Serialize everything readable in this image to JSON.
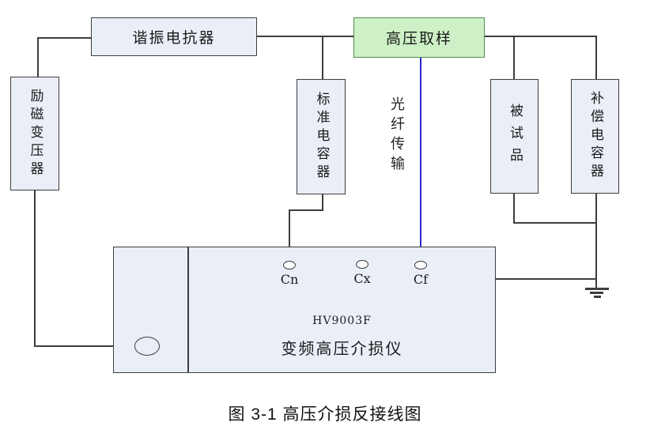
{
  "caption": "图 3-1 高压介损反接线图",
  "colors": {
    "box_fill": "#eaeef7",
    "box_border": "#3d3d3d",
    "green_fill": "#cdf0c6",
    "green_border": "#578a57",
    "wire": "#3d3d3d",
    "fiber_blue": "#2727cd"
  },
  "components": {
    "excitation_transformer": "励磁变压器",
    "resonant_reactor": "谐振电抗器",
    "hv_sampling": "高压取样",
    "standard_capacitor": "标准电容器",
    "fiber_transmission": "光纤传输",
    "test_object": "被试品",
    "compensation_capacitor": "补偿电容器"
  },
  "instrument": {
    "model": "HV9003F",
    "name": "变频高压介损仪",
    "terminals": [
      "Cn",
      "Cx",
      "Cf"
    ]
  }
}
